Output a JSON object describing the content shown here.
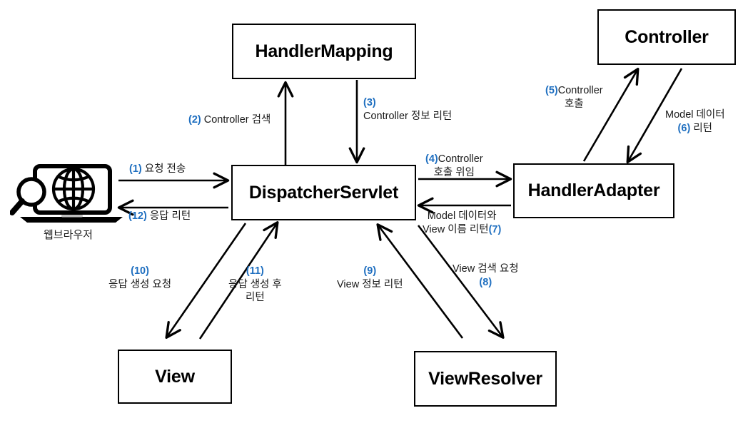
{
  "diagram": {
    "title": "Spring MVC DispatcherServlet Request Flow",
    "accent_color": "#1f6fc0",
    "line_color": "#000000",
    "background": "#ffffff"
  },
  "nodes": [
    {
      "id": "handler-mapping",
      "label": "HandlerMapping"
    },
    {
      "id": "controller",
      "label": "Controller"
    },
    {
      "id": "dispatcher-servlet",
      "label": "DispatcherServlet"
    },
    {
      "id": "handler-adapter",
      "label": "HandlerAdapter"
    },
    {
      "id": "view",
      "label": "View"
    },
    {
      "id": "view-resolver",
      "label": "ViewResolver"
    }
  ],
  "browser": {
    "icon": "laptop-globe-search-icon",
    "caption": "웹브라우저"
  },
  "edges": [
    {
      "seq": "(1)",
      "text": "요청 전송",
      "from": "web-browser",
      "to": "dispatcher-servlet"
    },
    {
      "seq": "(2)",
      "text": "Controller 검색",
      "from": "dispatcher-servlet",
      "to": "handler-mapping"
    },
    {
      "seq": "(3)",
      "text": "Controller 정보 리턴",
      "from": "handler-mapping",
      "to": "dispatcher-servlet"
    },
    {
      "seq": "(4)",
      "text": "Controller",
      "text2": "호출 위임",
      "from": "dispatcher-servlet",
      "to": "handler-adapter"
    },
    {
      "seq": "(5)",
      "text": "Controller",
      "text2": "호출",
      "from": "handler-adapter",
      "to": "controller"
    },
    {
      "seq": "(6)",
      "text": "Model 데이터",
      "text2": "리턴",
      "from": "controller",
      "to": "handler-adapter"
    },
    {
      "seq": "(7)",
      "text": "Model 데이터와",
      "text2": "View 이름 리턴",
      "from": "handler-adapter",
      "to": "dispatcher-servlet"
    },
    {
      "seq": "(8)",
      "text": "View 검색 요청",
      "from": "dispatcher-servlet",
      "to": "view-resolver"
    },
    {
      "seq": "(9)",
      "text": "View 정보 리턴",
      "from": "view-resolver",
      "to": "dispatcher-servlet"
    },
    {
      "seq": "(10)",
      "text": "응답 생성 요청",
      "from": "dispatcher-servlet",
      "to": "view"
    },
    {
      "seq": "(11)",
      "text": "응답 생성 후",
      "text2": "리턴",
      "from": "view",
      "to": "dispatcher-servlet"
    },
    {
      "seq": "(12)",
      "text": "응답 리턴",
      "from": "dispatcher-servlet",
      "to": "web-browser"
    }
  ]
}
